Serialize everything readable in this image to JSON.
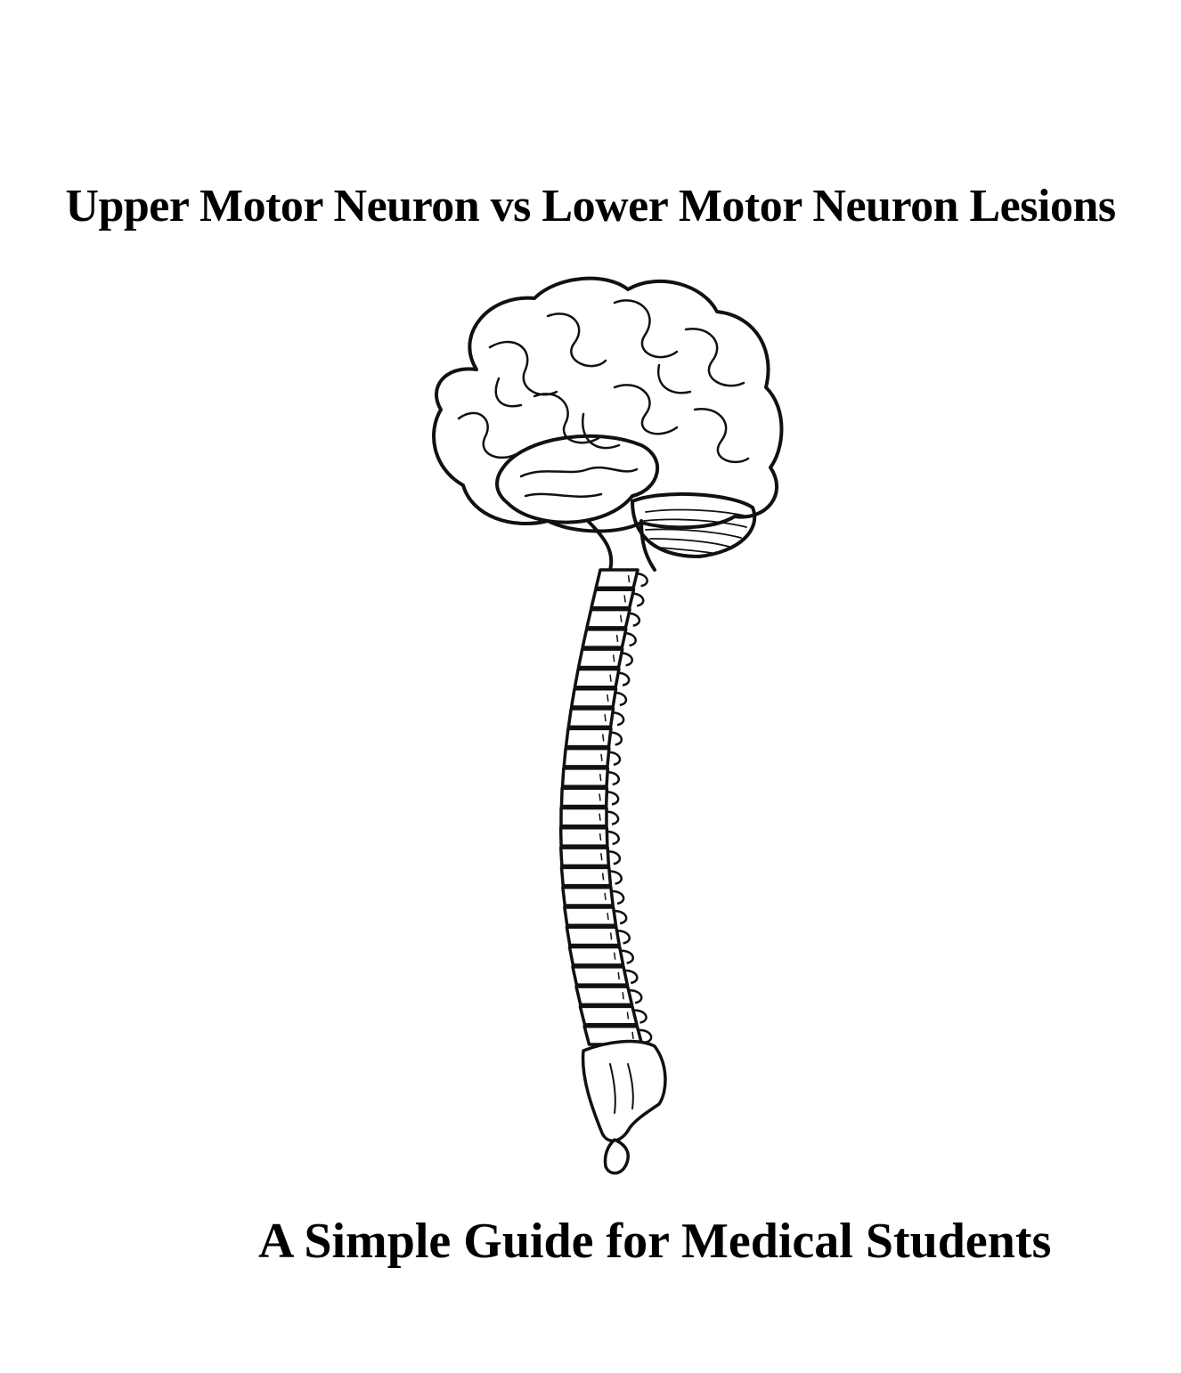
{
  "page": {
    "title": "Upper Motor Neuron vs Lower Motor Neuron Lesions",
    "subtitle": "A Simple Guide for Medical Students"
  },
  "illustration": {
    "icon": "brain-and-spinal-cord-illustration",
    "stroke_color": "#111111",
    "fill_color": "#ffffff"
  }
}
